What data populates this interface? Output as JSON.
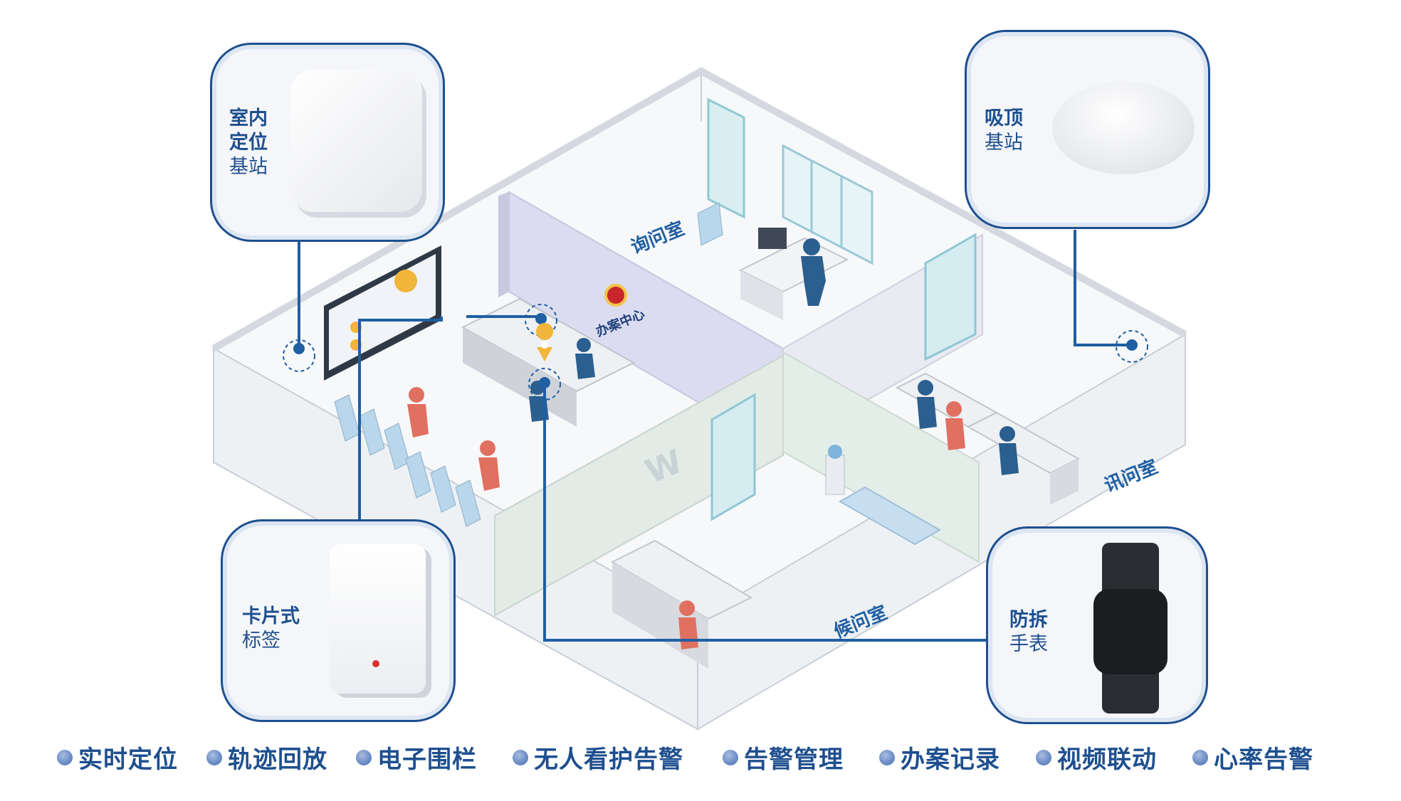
{
  "devices": {
    "indoor_station": {
      "label_strong_1": "室内",
      "label_strong_2": "定位",
      "label_weak": "基站"
    },
    "ceiling_station": {
      "label_strong": "吸顶",
      "label_weak": "基站"
    },
    "card_tag": {
      "label_strong": "卡片式",
      "label_weak": "标签"
    },
    "watch": {
      "label_strong": "防拆",
      "label_weak": "手表"
    }
  },
  "rooms": {
    "inquiry": "询问室",
    "interrogation": "讯问室",
    "waiting": "候问室",
    "center_sign": "办案中心"
  },
  "features": [
    "实时定位",
    "轨迹回放",
    "电子围栏",
    "无人看护告警",
    "告警管理",
    "办案记录",
    "视频联动",
    "心率告警"
  ],
  "colors": {
    "primary_blue": "#1e4f8f",
    "connector_blue": "#1f5fa3",
    "person_blue": "#2b5f8f",
    "person_red": "#e07060",
    "wall_lavender": "#dcdcf0",
    "wall_green": "#dfe8e3"
  }
}
